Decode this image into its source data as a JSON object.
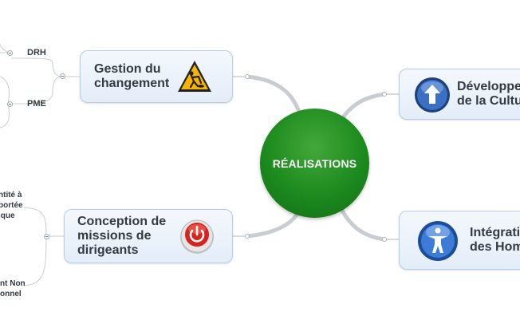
{
  "center": {
    "label": "RÉALISATIONS",
    "color": "#1c8a1e"
  },
  "branches": {
    "gestion": {
      "label": "Gestion du\nchangement",
      "icon": "construction-warning-icon"
    },
    "conception": {
      "label": "Conception de\nmissions de\ndirigeants",
      "icon": "power-button-icon"
    },
    "developpement": {
      "label": "Développe\nde la Cultu",
      "icon": "up-arrow-icon"
    },
    "integration": {
      "label": "Intégrati\ndes Hom",
      "icon": "accessibility-person-icon"
    }
  },
  "leaves": {
    "drh": "DRH",
    "pme": "PME",
    "entite": "ntité à\nportée\nique",
    "non": "nt Non\nonnel"
  }
}
